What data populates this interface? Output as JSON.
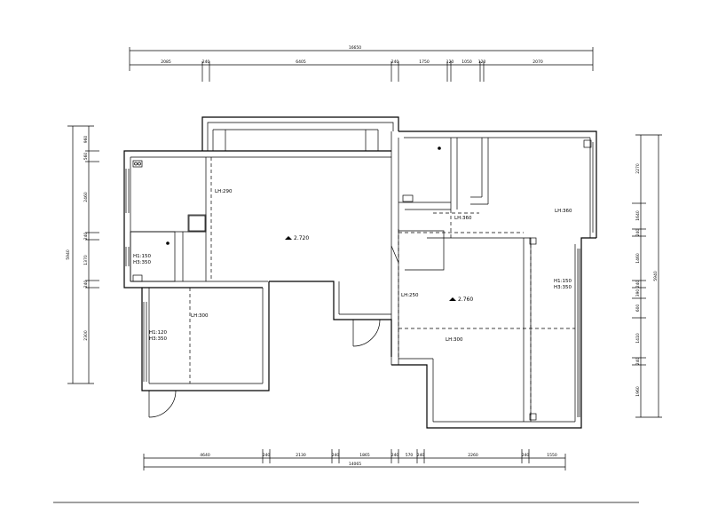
{
  "dimensions": {
    "top_total": "16650",
    "top_segments": [
      "2085",
      "240",
      "6405",
      "240",
      "1750",
      "120",
      "1050",
      "120",
      "2070"
    ],
    "bottom_total": "14065",
    "bottom_segments": [
      "4640",
      "240",
      "2130",
      "240",
      "1865",
      "240",
      "570",
      "240",
      "2260",
      "240",
      "1550"
    ],
    "left_total": "5940",
    "left_segments": [
      "960",
      "560",
      "2460",
      "240",
      "1370",
      "240",
      "2300"
    ],
    "right_total": "5940",
    "right_segments": [
      "2270",
      "1640",
      "240",
      "1460",
      "240",
      "390",
      "600",
      "1410",
      "240",
      "1960"
    ]
  },
  "labels": {
    "lh_290": "LH:290",
    "lh_360a": "LH:360",
    "lh_360b": "LH:360",
    "lh_250": "LH:250",
    "lh_300a": "LH:300",
    "lh_300b": "LH:300",
    "window_h1_150": "H1:150",
    "window_h3_350": "H3:350",
    "window2_h1_120": "H1:120",
    "window2_h3_350": "H3:350",
    "window3_h1_150": "H1:150",
    "window3_h3_350": "H3:350",
    "level_1": "2.720",
    "level_2": "2.760"
  }
}
